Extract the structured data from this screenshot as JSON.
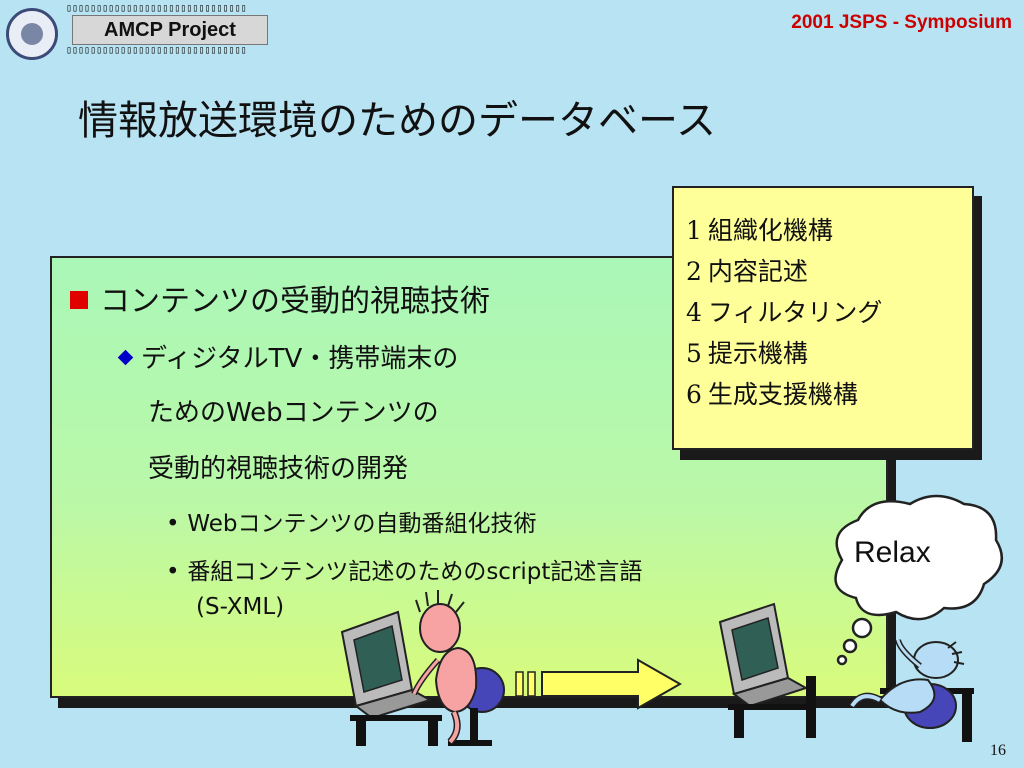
{
  "header": {
    "logo_text": "AMCP Project",
    "film_perforations": "▯▯▯▯▯▯▯▯▯▯▯▯▯▯▯▯▯▯▯▯▯▯▯▯▯▯▯▯▯▯",
    "symposium": "2001 JSPS - Symposium"
  },
  "title": "情報放送環境のためのデータベース",
  "content": {
    "bullet1": "コンテンツの受動的視聴技術",
    "bullet2_line1": "ディジタルTV・携帯端末の",
    "bullet2_line2": "ためのWebコンテンツの",
    "bullet2_line3": "受動的視聴技術の開発",
    "sub1": "Webコンテンツの自動番組化技術",
    "sub2": "番組コンテンツ記述のためのscript記述言語",
    "sub2_cont": "(S-XML)",
    "bullet_dot": "•"
  },
  "list": [
    {
      "num": "1",
      "label": "組織化機構"
    },
    {
      "num": "2",
      "label": "内容記述"
    },
    {
      "num": "4",
      "label": "フィルタリング"
    },
    {
      "num": "5",
      "label": "提示機構"
    },
    {
      "num": "6",
      "label": "生成支援機構"
    }
  ],
  "bubble": "Relax",
  "page_number": "16",
  "colors": {
    "background": "#b7e3f3",
    "accent_red": "#cc0000",
    "bullet_red": "#e00000",
    "bullet_blue": "#0000c8",
    "list_bg": "#ffff99",
    "arrow_fill": "#ffff66"
  }
}
